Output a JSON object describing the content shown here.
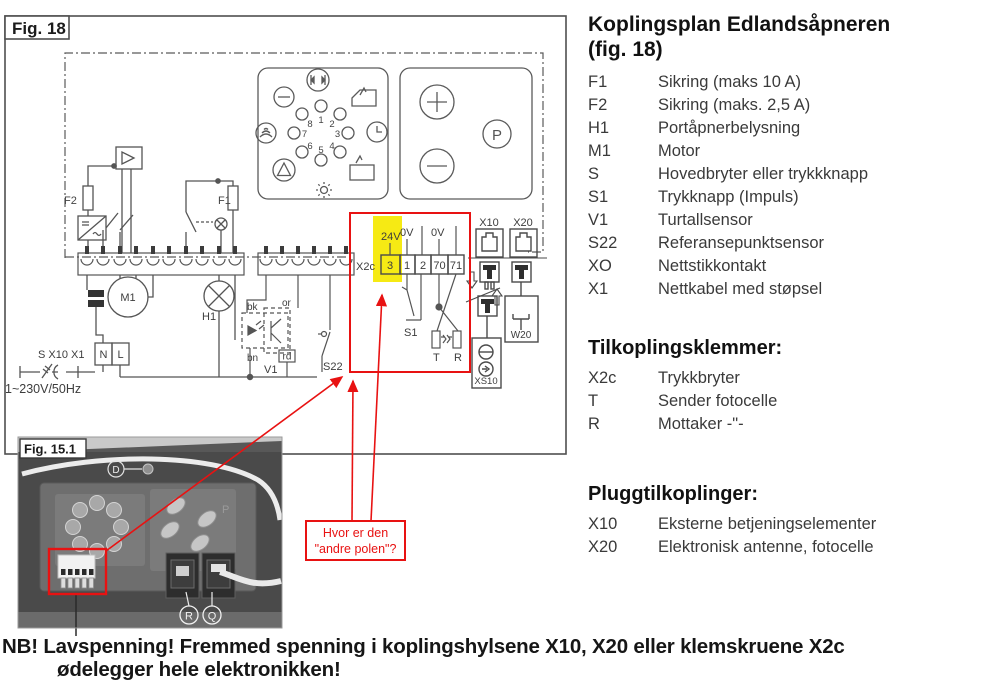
{
  "figure": {
    "fig18_label": "Fig. 18",
    "fig151_label": "Fig. 15.1",
    "callout": {
      "line1": "Hvor er den",
      "line2": "\"andre polen\"?"
    },
    "schematic": {
      "fuse2": "F2",
      "fuse1": "F1",
      "motor": "M1",
      "lamp": "H1",
      "neutral": "N",
      "live": "L",
      "mains_labels": "S X10 X1",
      "mains_supply": "1~230V/50Hz",
      "opto": {
        "bk": "bk",
        "or": "or",
        "bn": "bn",
        "rd": "rd",
        "label": "V1"
      },
      "ref_sensor": "S22",
      "impulse_button": "S1",
      "sender": "T",
      "receiver": "R",
      "terminal_block": {
        "label": "X2c",
        "slots": [
          "3",
          "1",
          "2",
          "70",
          "71"
        ],
        "v24": "24V",
        "v0a": "0V",
        "v0b": "0V"
      },
      "connectors": {
        "x10": "X10",
        "x20": "X20",
        "w20": "W20",
        "xs10": "XS10"
      },
      "dial_numbers": [
        "1",
        "2",
        "3",
        "4",
        "5",
        "6",
        "7",
        "8"
      ],
      "panel_p": "P"
    },
    "photo": {
      "d": "D",
      "r": "R",
      "q": "Q",
      "p": "P"
    }
  },
  "legend": {
    "title_line1": "Koplingsplan Edlandsåpneren",
    "title_line2": "(fig. 18)",
    "items": [
      {
        "key": "F1",
        "desc": "Sikring (maks 10 A)"
      },
      {
        "key": "F2",
        "desc": "Sikring (maks. 2,5 A)"
      },
      {
        "key": "H1",
        "desc": "Portåpnerbelysning"
      },
      {
        "key": "M1",
        "desc": "Motor"
      },
      {
        "key": "S",
        "desc": "Hovedbryter eller trykkknapp"
      },
      {
        "key": "S1",
        "desc": "Trykknapp (Impuls)"
      },
      {
        "key": "V1",
        "desc": "Turtallsensor"
      },
      {
        "key": "S22",
        "desc": "Referansepunktsensor"
      },
      {
        "key": "XO",
        "desc": "Nettstikkontakt"
      },
      {
        "key": "X1",
        "desc": "Nettkabel med støpsel"
      }
    ],
    "terminals_header": "Tilkoplingsklemmer:",
    "terminal_items": [
      {
        "key": "X2c",
        "desc": "Trykkbryter"
      },
      {
        "key": "T",
        "desc": "Sender fotocelle"
      },
      {
        "key": "R",
        "desc": "Mottaker  -\"-"
      }
    ],
    "plugs_header": "Pluggtilkoplinger:",
    "plug_items": [
      {
        "key": "X10",
        "desc": "Eksterne betjeningselementer"
      },
      {
        "key": "X20",
        "desc": "Elektronisk antenne, fotocelle"
      }
    ]
  },
  "warning": {
    "line1": "NB! Lavspenning! Fremmed spenning i koplingshylsene X10, X20 eller klemskruene X2c",
    "line2": "ødelegger hele elektronikken!"
  },
  "colors": {
    "accent_red": "#e81212",
    "highlight_yellow": "#f5e800"
  }
}
